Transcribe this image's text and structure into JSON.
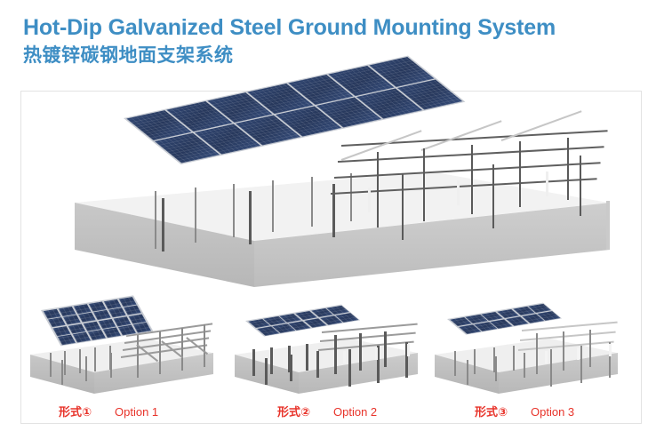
{
  "header": {
    "title_en": "Hot-Dip Galvanized Steel Ground Mounting System",
    "title_cn": "热镀锌碳钢地面支架系统",
    "title_color": "#3e8ec4"
  },
  "colors": {
    "title_blue": "#3e8ec4",
    "caption_red": "#e8332a",
    "panel_navy": "#2f4571",
    "panel_frame_silver": "#c9cdd4",
    "concrete_gray": "#bdbdbd",
    "concrete_top": "#f4f4f4",
    "steel_gray": "#8a8a8a",
    "frame_border": "#e3e3e3",
    "background": "#ffffff"
  },
  "main_figure": {
    "name": "hot-dip galvanized steel ground mounting system 3D render",
    "description": "Large isometric 3D render: a dark blue polycrystalline solar panel array of 2 rows by 7 columns mounted on galvanized steel posts driven into a long light-gray concrete ground block; the right half of the structure shows the bare galvanized rails and posts without panels installed.",
    "panel_rows": 2,
    "panel_columns": 7
  },
  "options": [
    {
      "id": "option-1",
      "label_cn": "形式①",
      "label_en": "Option 1",
      "figure_description": "Steeper tilt array, 4 rows by 6 columns of panels on the left half, bare galvanized rail frame with diagonal bracing on the right half, mounted on a concrete ground block.",
      "panel_rows": 4,
      "panel_columns": 6
    },
    {
      "id": "option-2",
      "label_cn": "形式②",
      "label_en": "Option 2",
      "figure_description": "Low tilt array, 2 rows by 6 columns of panels on the left, bare rails extending to the right, supported on dark steel posts in a concrete ground block.",
      "panel_rows": 2,
      "panel_columns": 6
    },
    {
      "id": "option-3",
      "label_cn": "形式③",
      "label_en": "Option 3",
      "figure_description": "Low tilt array, 2 rows by 6 columns of panels on the left, bare light-gray rails extending right, supported on slim steel posts in a concrete ground block.",
      "panel_rows": 2,
      "panel_columns": 6
    }
  ]
}
